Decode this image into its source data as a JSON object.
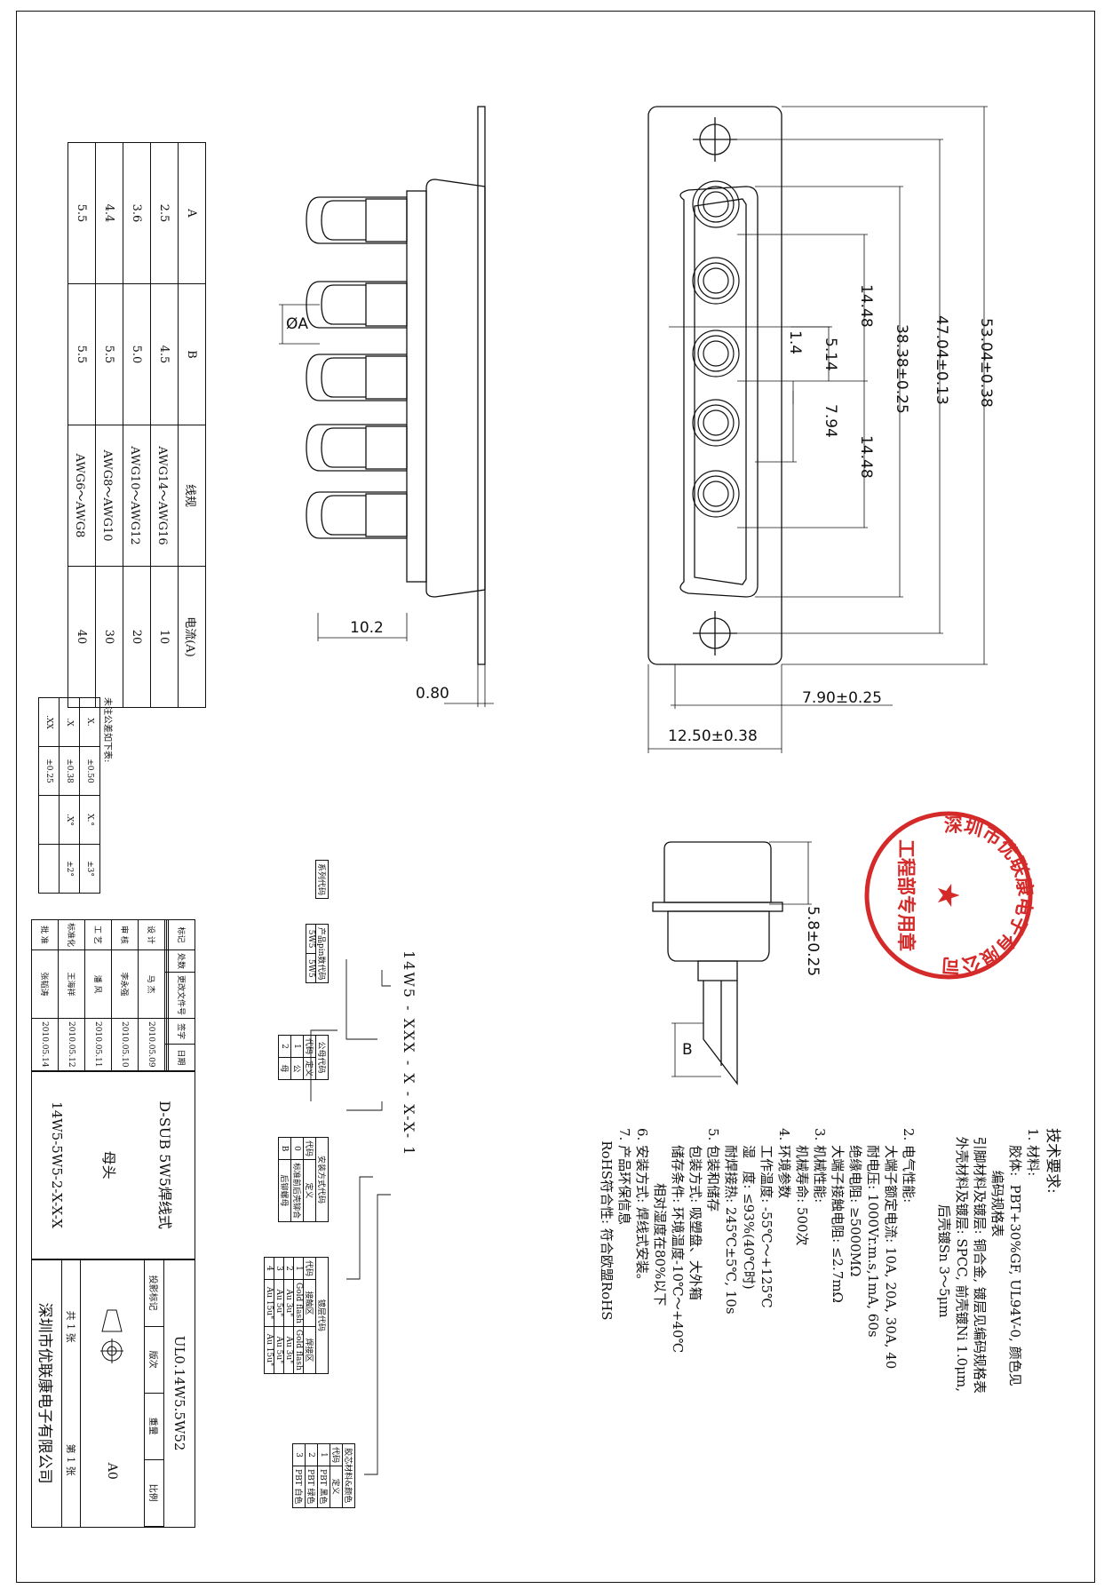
{
  "dimensions": {
    "pitch_1": "14.48",
    "pitch_2": "14.48",
    "offset_514": "5.14",
    "offset_14": "1.4",
    "offset_794": "7.94",
    "shell_3838": "38.38±0.25",
    "mount_4704": "47.04±0.13",
    "overall_5304": "53.04±0.38",
    "depth_102": "10.2",
    "flange_080": "0.80",
    "width_790": "7.90±0.25",
    "width_1250": "12.50±0.38",
    "height_58": "5.8±0.25",
    "diameter_a": "ØA",
    "b_label": "B"
  },
  "wire_table": {
    "headers": [
      "A",
      "B",
      "线规",
      "电流(A)"
    ],
    "rows": [
      [
        "2.5",
        "4.5",
        "AWG14～AWG16",
        "10"
      ],
      [
        "3.6",
        "5.0",
        "AWG10～AWG12",
        "20"
      ],
      [
        "4.4",
        "5.5",
        "AWG8～AWG10",
        "30"
      ],
      [
        "5.5",
        "5.5",
        "AWG6～AWG8",
        "40"
      ]
    ]
  },
  "tolerance_table": {
    "title": "未注公差如下表:",
    "rows": [
      [
        "X.",
        "±0.50",
        "X.°",
        "±3°"
      ],
      [
        ".X",
        "±0.38",
        ".X°",
        "±2°"
      ],
      [
        ".XX",
        "±0.25",
        "",
        ""
      ]
    ]
  },
  "part_code": {
    "code": "14W5 - XXX - X - X-X- 1",
    "series": {
      "title": "系列代码"
    },
    "pin_count": {
      "title": "产品pin数代码",
      "values": [
        "5W5",
        "5W5"
      ]
    },
    "gender": {
      "title": "公母代码",
      "headers": [
        "代码",
        "定义"
      ],
      "rows": [
        [
          "1",
          "公"
        ],
        [
          "2",
          "母"
        ]
      ]
    },
    "mount": {
      "title": "安装方式代码",
      "headers": [
        "代码",
        "定义"
      ],
      "rows": [
        [
          "0",
          "标准前后壳铆合"
        ],
        [
          "B",
          "后铆螺母"
        ]
      ]
    },
    "plating": {
      "title": "镀层代码",
      "headers": [
        "代码",
        "接触区",
        "焊接区"
      ],
      "rows": [
        [
          "1",
          "Gold flash",
          "Gold flash"
        ],
        [
          "2",
          "Au 3u\"",
          "Au 3u\""
        ],
        [
          "3",
          "Au 5u\"",
          "Au 5u\""
        ],
        [
          "4",
          "Au 15u\"",
          "Au 15u\""
        ]
      ]
    },
    "insulator": {
      "title": "胶芯材料&颜色",
      "headers": [
        "代码",
        "定义"
      ],
      "rows": [
        [
          "1",
          "PBT 黑色"
        ],
        [
          "2",
          "PBT 绿色"
        ],
        [
          "3",
          "PBT 白色"
        ]
      ]
    }
  },
  "tech_req": {
    "title": "技术要求:",
    "lines": [
      "1. 材料:",
      "    胶体:  PBT+30%GF, UL94V-0, 颜色见",
      "          编码规格表",
      "  引脚材料及镀层: 铜合金, 镀层见编码规格表",
      "  外壳材料及镀层: SPCC, 前壳镀Ni 1.0μm,",
      "                  后壳镀Sn 3～5μm",
      "",
      "2. 电气性能:",
      "    大端子额定电流: 10A, 20A, 30A, 40",
      "    耐电压: 1000Vr.m.s,1mA, 60s",
      "    绝缘电阻: ≥5000MΩ",
      "    大端子接触电阻: ≤2.7mΩ",
      "3. 机械性能:",
      "    机械寿命: 500次",
      "4. 环境参数",
      "    工作温度: -55℃～+125℃",
      "    湿   度: ≤93%(40℃时)",
      "    耐焊接热: 245℃±5℃, 10s",
      "5. 包装和储存",
      "    包装方式: 吸塑盘、大外箱",
      "    储存条件: 环境温度-10℃～+40℃",
      "             相对湿度在80%以下",
      "6. 安装方式: 焊线式安装。",
      "7. 产品环保信息",
      "   RoHS符合性: 符合欧盟RoHS"
    ]
  },
  "title_block": {
    "header": [
      "标记",
      "处数",
      "更改文件号",
      "签字",
      "日期"
    ],
    "rows": [
      [
        "设 计",
        "马 杰",
        "2010.05.09"
      ],
      [
        "审 核",
        "李永强",
        "2010.05.10"
      ],
      [
        "工 艺",
        "潘 风",
        "2010.05.11"
      ],
      [
        "标准化",
        "王海祥",
        "2010.05.12"
      ],
      [
        "批 准",
        "张韬涛",
        "2010.05.14"
      ]
    ],
    "product_name_1": "D-SUB 5W5焊线式",
    "product_name_2": "母头",
    "part_number": "14W5-5W5-2-X-X-X",
    "drawing_no": "UL0.14W5.5W52",
    "labels": [
      "投影标记",
      "版次",
      "重量",
      "比例"
    ],
    "version": "A0",
    "sheets_total": "共 1 张",
    "sheet_no": "第 1 张",
    "company": "深圳市优联康电子有限公司"
  },
  "stamp": {
    "text_arc": "深圳市优联康电子有限公司",
    "text_center": "工程部专用章",
    "color": "#d42a2a"
  }
}
